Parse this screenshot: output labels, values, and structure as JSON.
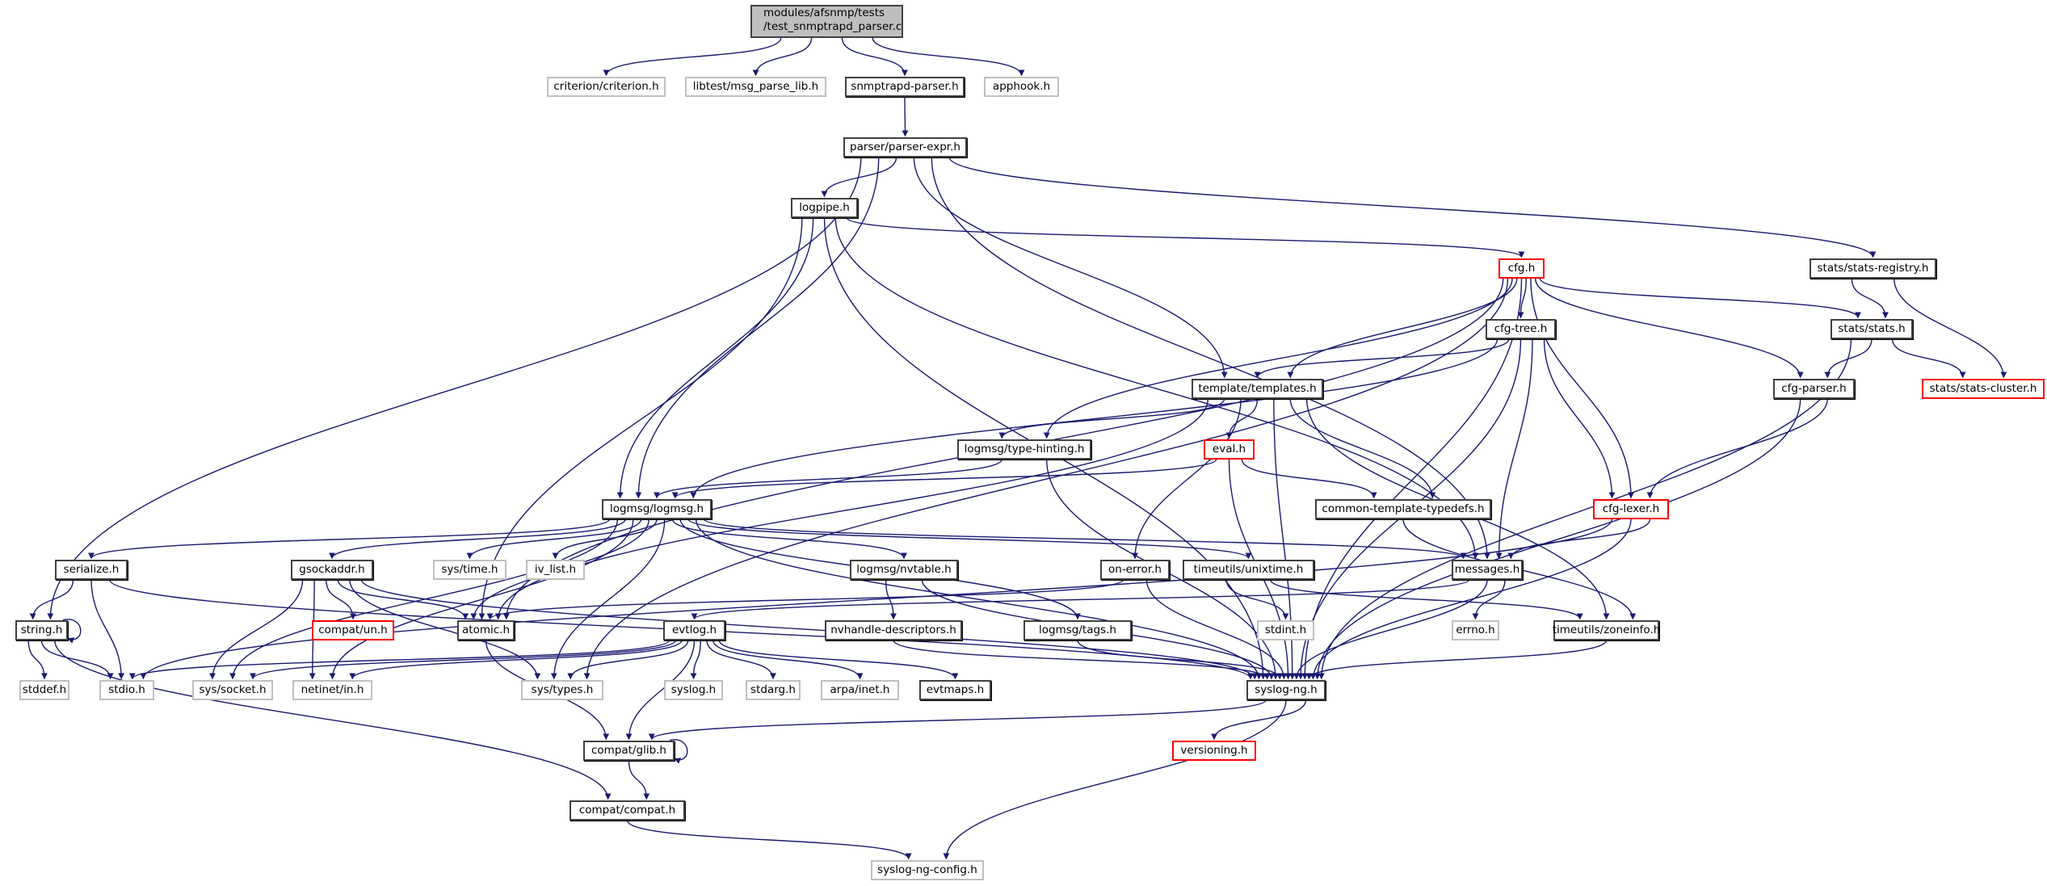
{
  "title": "Include dependency graph for modules/afsnmp/tests/test_snmptrapd_parser.c",
  "colors": {
    "edge": "#191970",
    "root_fill": "#bfbfbf",
    "external_border": "#bfbfbf",
    "incomplete_border": "#ff0000",
    "normal_border": "#404040"
  },
  "nodes": {
    "root": {
      "label": "modules/afsnmp/tests\n/test_snmptrapd_parser.c",
      "line1": "modules/afsnmp/tests",
      "line2": "/test_snmptrapd_parser.c",
      "kind": "root"
    },
    "criterion": {
      "label": "criterion/criterion.h",
      "kind": "external"
    },
    "libtest": {
      "label": "libtest/msg_parse_lib.h",
      "kind": "external"
    },
    "snmptrapd": {
      "label": "snmptrapd-parser.h",
      "kind": "normal"
    },
    "apphook": {
      "label": "apphook.h",
      "kind": "external"
    },
    "parserexpr": {
      "label": "parser/parser-expr.h",
      "kind": "normal"
    },
    "logpipe": {
      "label": "logpipe.h",
      "kind": "normal"
    },
    "cfg": {
      "label": "cfg.h",
      "kind": "red"
    },
    "statsregistry": {
      "label": "stats/stats-registry.h",
      "kind": "normal"
    },
    "cfgtree": {
      "label": "cfg-tree.h",
      "kind": "normal"
    },
    "stats": {
      "label": "stats/stats.h",
      "kind": "normal"
    },
    "templates": {
      "label": "template/templates.h",
      "kind": "normal"
    },
    "cfgparser": {
      "label": "cfg-parser.h",
      "kind": "normal"
    },
    "statscluster": {
      "label": "stats/stats-cluster.h",
      "kind": "red"
    },
    "typehinting": {
      "label": "logmsg/type-hinting.h",
      "kind": "normal"
    },
    "eval": {
      "label": "eval.h",
      "kind": "red"
    },
    "logmsg": {
      "label": "logmsg/logmsg.h",
      "kind": "normal"
    },
    "ctt": {
      "label": "common-template-typedefs.h",
      "kind": "normal"
    },
    "cfglexer": {
      "label": "cfg-lexer.h",
      "kind": "red"
    },
    "serialize": {
      "label": "serialize.h",
      "kind": "normal"
    },
    "gsockaddr": {
      "label": "gsockaddr.h",
      "kind": "normal"
    },
    "systime": {
      "label": "sys/time.h",
      "kind": "external"
    },
    "ivlist": {
      "label": "iv_list.h",
      "kind": "external"
    },
    "nvtable": {
      "label": "logmsg/nvtable.h",
      "kind": "normal"
    },
    "onerror": {
      "label": "on-error.h",
      "kind": "normal"
    },
    "unixtime": {
      "label": "timeutils/unixtime.h",
      "kind": "normal"
    },
    "messages": {
      "label": "messages.h",
      "kind": "normal"
    },
    "string": {
      "label": "string.h",
      "kind": "normal"
    },
    "compatun": {
      "label": "compat/un.h",
      "kind": "red"
    },
    "atomic": {
      "label": "atomic.h",
      "kind": "normal"
    },
    "evtlog": {
      "label": "evtlog.h",
      "kind": "normal"
    },
    "nvhandle": {
      "label": "nvhandle-descriptors.h",
      "kind": "normal"
    },
    "tags": {
      "label": "logmsg/tags.h",
      "kind": "normal"
    },
    "stdint": {
      "label": "stdint.h",
      "kind": "external"
    },
    "errno": {
      "label": "errno.h",
      "kind": "external"
    },
    "zoneinfo": {
      "label": "timeutils/zoneinfo.h",
      "kind": "normal"
    },
    "stddef": {
      "label": "stddef.h",
      "kind": "external"
    },
    "stdio": {
      "label": "stdio.h",
      "kind": "external"
    },
    "syssocket": {
      "label": "sys/socket.h",
      "kind": "external"
    },
    "netinet": {
      "label": "netinet/in.h",
      "kind": "external"
    },
    "systypes": {
      "label": "sys/types.h",
      "kind": "external"
    },
    "syslog": {
      "label": "syslog.h",
      "kind": "external"
    },
    "stdarg": {
      "label": "stdarg.h",
      "kind": "external"
    },
    "arpainet": {
      "label": "arpa/inet.h",
      "kind": "external"
    },
    "evtmaps": {
      "label": "evtmaps.h",
      "kind": "normal"
    },
    "syslogng": {
      "label": "syslog-ng.h",
      "kind": "normal"
    },
    "compatglib": {
      "label": "compat/glib.h",
      "kind": "normal"
    },
    "versioning": {
      "label": "versioning.h",
      "kind": "red"
    },
    "compatcompat": {
      "label": "compat/compat.h",
      "kind": "normal"
    },
    "syslogngconfig": {
      "label": "syslog-ng-config.h",
      "kind": "external"
    }
  },
  "edges": [
    [
      "root",
      "criterion"
    ],
    [
      "root",
      "libtest"
    ],
    [
      "root",
      "snmptrapd"
    ],
    [
      "root",
      "apphook"
    ],
    [
      "snmptrapd",
      "parserexpr"
    ],
    [
      "parserexpr",
      "logpipe"
    ],
    [
      "parserexpr",
      "string"
    ],
    [
      "parserexpr",
      "logmsg"
    ],
    [
      "parserexpr",
      "templates"
    ],
    [
      "parserexpr",
      "messages"
    ],
    [
      "parserexpr",
      "statsregistry"
    ],
    [
      "logpipe",
      "cfg"
    ],
    [
      "logpipe",
      "logmsg"
    ],
    [
      "logpipe",
      "atomic"
    ],
    [
      "logpipe",
      "syslogng"
    ],
    [
      "logpipe",
      "messages"
    ],
    [
      "cfg",
      "cfgtree"
    ],
    [
      "cfg",
      "stats"
    ],
    [
      "cfg",
      "templates"
    ],
    [
      "cfg",
      "typehinting"
    ],
    [
      "cfg",
      "cfgparser"
    ],
    [
      "cfg",
      "cfglexer"
    ],
    [
      "cfg",
      "syslogng"
    ],
    [
      "cfg",
      "systypes"
    ],
    [
      "cfg",
      "atomic"
    ],
    [
      "statsregistry",
      "stats"
    ],
    [
      "statsregistry",
      "statscluster"
    ],
    [
      "stats",
      "cfgparser"
    ],
    [
      "stats",
      "statscluster"
    ],
    [
      "stats",
      "syslogng"
    ],
    [
      "cfgparser",
      "cfglexer"
    ],
    [
      "cfgparser",
      "syslogng"
    ],
    [
      "cfgtree",
      "templates"
    ],
    [
      "cfgtree",
      "logmsg"
    ],
    [
      "cfgtree",
      "messages"
    ],
    [
      "cfgtree",
      "cfglexer"
    ],
    [
      "cfgtree",
      "syslogng"
    ],
    [
      "templates",
      "typehinting"
    ],
    [
      "templates",
      "eval"
    ],
    [
      "templates",
      "ctt"
    ],
    [
      "templates",
      "onerror"
    ],
    [
      "templates",
      "syslogng"
    ],
    [
      "templates",
      "zoneinfo"
    ],
    [
      "templates",
      "atomic"
    ],
    [
      "typehinting",
      "logmsg"
    ],
    [
      "typehinting",
      "syslogng"
    ],
    [
      "eval",
      "logmsg"
    ],
    [
      "eval",
      "ctt"
    ],
    [
      "eval",
      "syslogng"
    ],
    [
      "ctt",
      "zoneinfo"
    ],
    [
      "cfglexer",
      "messages"
    ],
    [
      "cfglexer",
      "syslogng"
    ],
    [
      "cfglexer",
      "stdio"
    ],
    [
      "logmsg",
      "serialize"
    ],
    [
      "logmsg",
      "gsockaddr"
    ],
    [
      "logmsg",
      "systime"
    ],
    [
      "logmsg",
      "ivlist"
    ],
    [
      "logmsg",
      "nvtable"
    ],
    [
      "logmsg",
      "tags"
    ],
    [
      "logmsg",
      "unixtime"
    ],
    [
      "logmsg",
      "messages"
    ],
    [
      "logmsg",
      "syslogng"
    ],
    [
      "logmsg",
      "atomic"
    ],
    [
      "logmsg",
      "systypes"
    ],
    [
      "logmsg",
      "syssocket"
    ],
    [
      "logmsg",
      "netinet"
    ],
    [
      "serialize",
      "string"
    ],
    [
      "serialize",
      "stdio"
    ],
    [
      "serialize",
      "syslogng"
    ],
    [
      "gsockaddr",
      "compatun"
    ],
    [
      "gsockaddr",
      "atomic"
    ],
    [
      "gsockaddr",
      "syssocket"
    ],
    [
      "gsockaddr",
      "netinet"
    ],
    [
      "gsockaddr",
      "systypes"
    ],
    [
      "gsockaddr",
      "syslogng"
    ],
    [
      "string",
      "string"
    ],
    [
      "string",
      "stddef"
    ],
    [
      "string",
      "stdio"
    ],
    [
      "string",
      "compatcompat"
    ],
    [
      "nvtable",
      "nvhandle"
    ],
    [
      "nvtable",
      "syslogng"
    ],
    [
      "onerror",
      "atomic"
    ],
    [
      "onerror",
      "syslogng"
    ],
    [
      "unixtime",
      "stdint"
    ],
    [
      "unixtime",
      "zoneinfo"
    ],
    [
      "messages",
      "errno"
    ],
    [
      "messages",
      "evtlog"
    ],
    [
      "messages",
      "syslogng"
    ],
    [
      "atomic",
      "compatglib"
    ],
    [
      "evtlog",
      "stdio"
    ],
    [
      "evtlog",
      "syssocket"
    ],
    [
      "evtlog",
      "netinet"
    ],
    [
      "evtlog",
      "systypes"
    ],
    [
      "evtlog",
      "syslog"
    ],
    [
      "evtlog",
      "stdarg"
    ],
    [
      "evtlog",
      "arpainet"
    ],
    [
      "evtlog",
      "evtmaps"
    ],
    [
      "evtlog",
      "compatglib"
    ],
    [
      "nvhandle",
      "syslogng"
    ],
    [
      "tags",
      "syslogng"
    ],
    [
      "zoneinfo",
      "syslogng"
    ],
    [
      "syslogng",
      "compatglib"
    ],
    [
      "syslogng",
      "versioning"
    ],
    [
      "syslogng",
      "syslogngconfig"
    ],
    [
      "compatglib",
      "compatglib"
    ],
    [
      "compatglib",
      "compatcompat"
    ],
    [
      "compatcompat",
      "syslogngconfig"
    ]
  ]
}
